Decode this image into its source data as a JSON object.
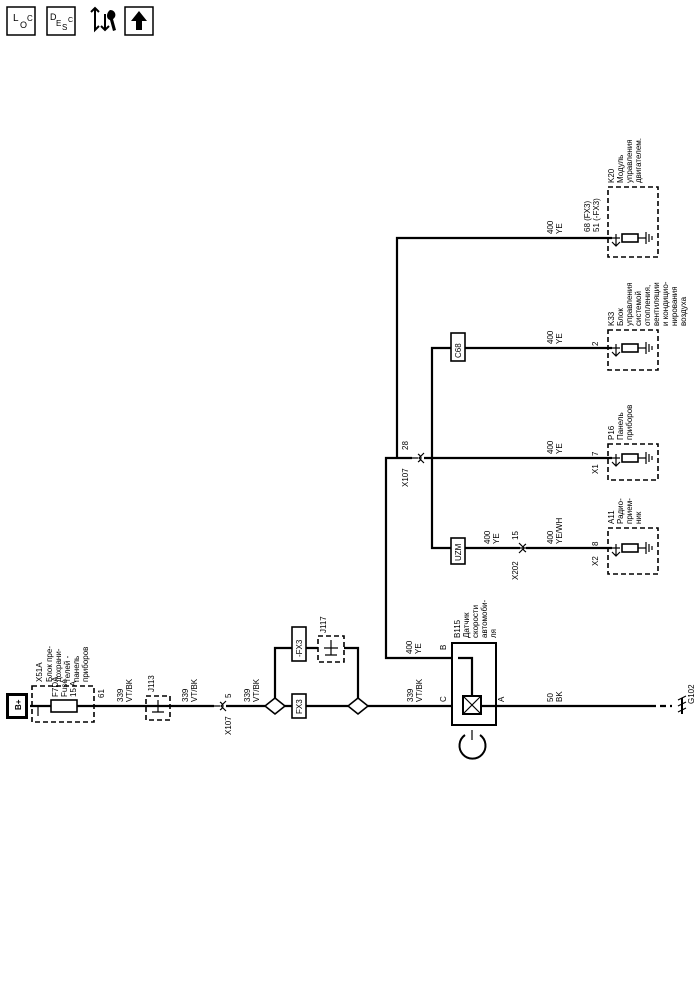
{
  "nav": {
    "loc": "L O C",
    "desc": "D E S C"
  },
  "power": {
    "label": "B+"
  },
  "fuse_block": {
    "ref": "X51A",
    "name_lines": [
      "Блок пре-",
      "дохрани-",
      "телей -",
      "панель",
      "приборов"
    ],
    "fuse_ref": "F7DA",
    "fuse_type": "Fuse",
    "fuse_rating": "15 A",
    "pin": "61"
  },
  "wires": {
    "w339a_num": "339",
    "w339a_color": "VT/BK",
    "w339b_num": "339",
    "w339b_color": "VT/BK",
    "w339c_num": "339",
    "w339c_color": "VT/BK",
    "w339d_num": "339",
    "w339d_color": "VT/BK",
    "w400b_num": "400",
    "w400b_color": "YE",
    "w400a11_num": "400",
    "w400a11_color": "YE",
    "w400a11b_num": "400",
    "w400a11b_color": "YE/WH",
    "w400p16_num": "400",
    "w400p16_color": "YE",
    "w400k33_num": "400",
    "w400k33_color": "YE",
    "w400k20_num": "400",
    "w400k20_color": "YE",
    "w50_num": "50",
    "w50_color": "BK"
  },
  "joints": {
    "j113": "J113",
    "j117": "J117",
    "fx3": "FX3",
    "nfx3": "-FX3",
    "uzm": "UZM",
    "c68": "C68"
  },
  "connectors": {
    "x107_pin": "5",
    "x107": "X107",
    "x107b_pin": "28",
    "x107b": "X107",
    "x202_pin": "15",
    "x202": "X202"
  },
  "sensor": {
    "ref": "B115",
    "name_lines": [
      "Датчик",
      "скорости",
      "автомоби-",
      "ля"
    ],
    "pin_a": "A",
    "pin_b": "B",
    "pin_c": "C"
  },
  "ground": {
    "label": "G102"
  },
  "a11": {
    "ref": "A11",
    "name_lines": [
      "Радио-",
      "прием-",
      "ник"
    ],
    "conn": "X2",
    "pin": "8"
  },
  "p16": {
    "ref": "P16",
    "name_lines": [
      "Панель",
      "приборов"
    ],
    "conn": "X1",
    "pin": "7"
  },
  "k33": {
    "ref": "K33",
    "name_lines": [
      "Блок",
      "управления",
      "системой",
      "отопления,",
      "вентиляции",
      "и кондицио-",
      "нирования",
      "воздуха"
    ],
    "pin": "2"
  },
  "k20": {
    "ref": "K20",
    "name_lines": [
      "Модуль",
      "управления",
      "двигателем."
    ],
    "pin_fx3": "68 (FX3)",
    "pin_nfx3": "51 (-FX3)"
  }
}
